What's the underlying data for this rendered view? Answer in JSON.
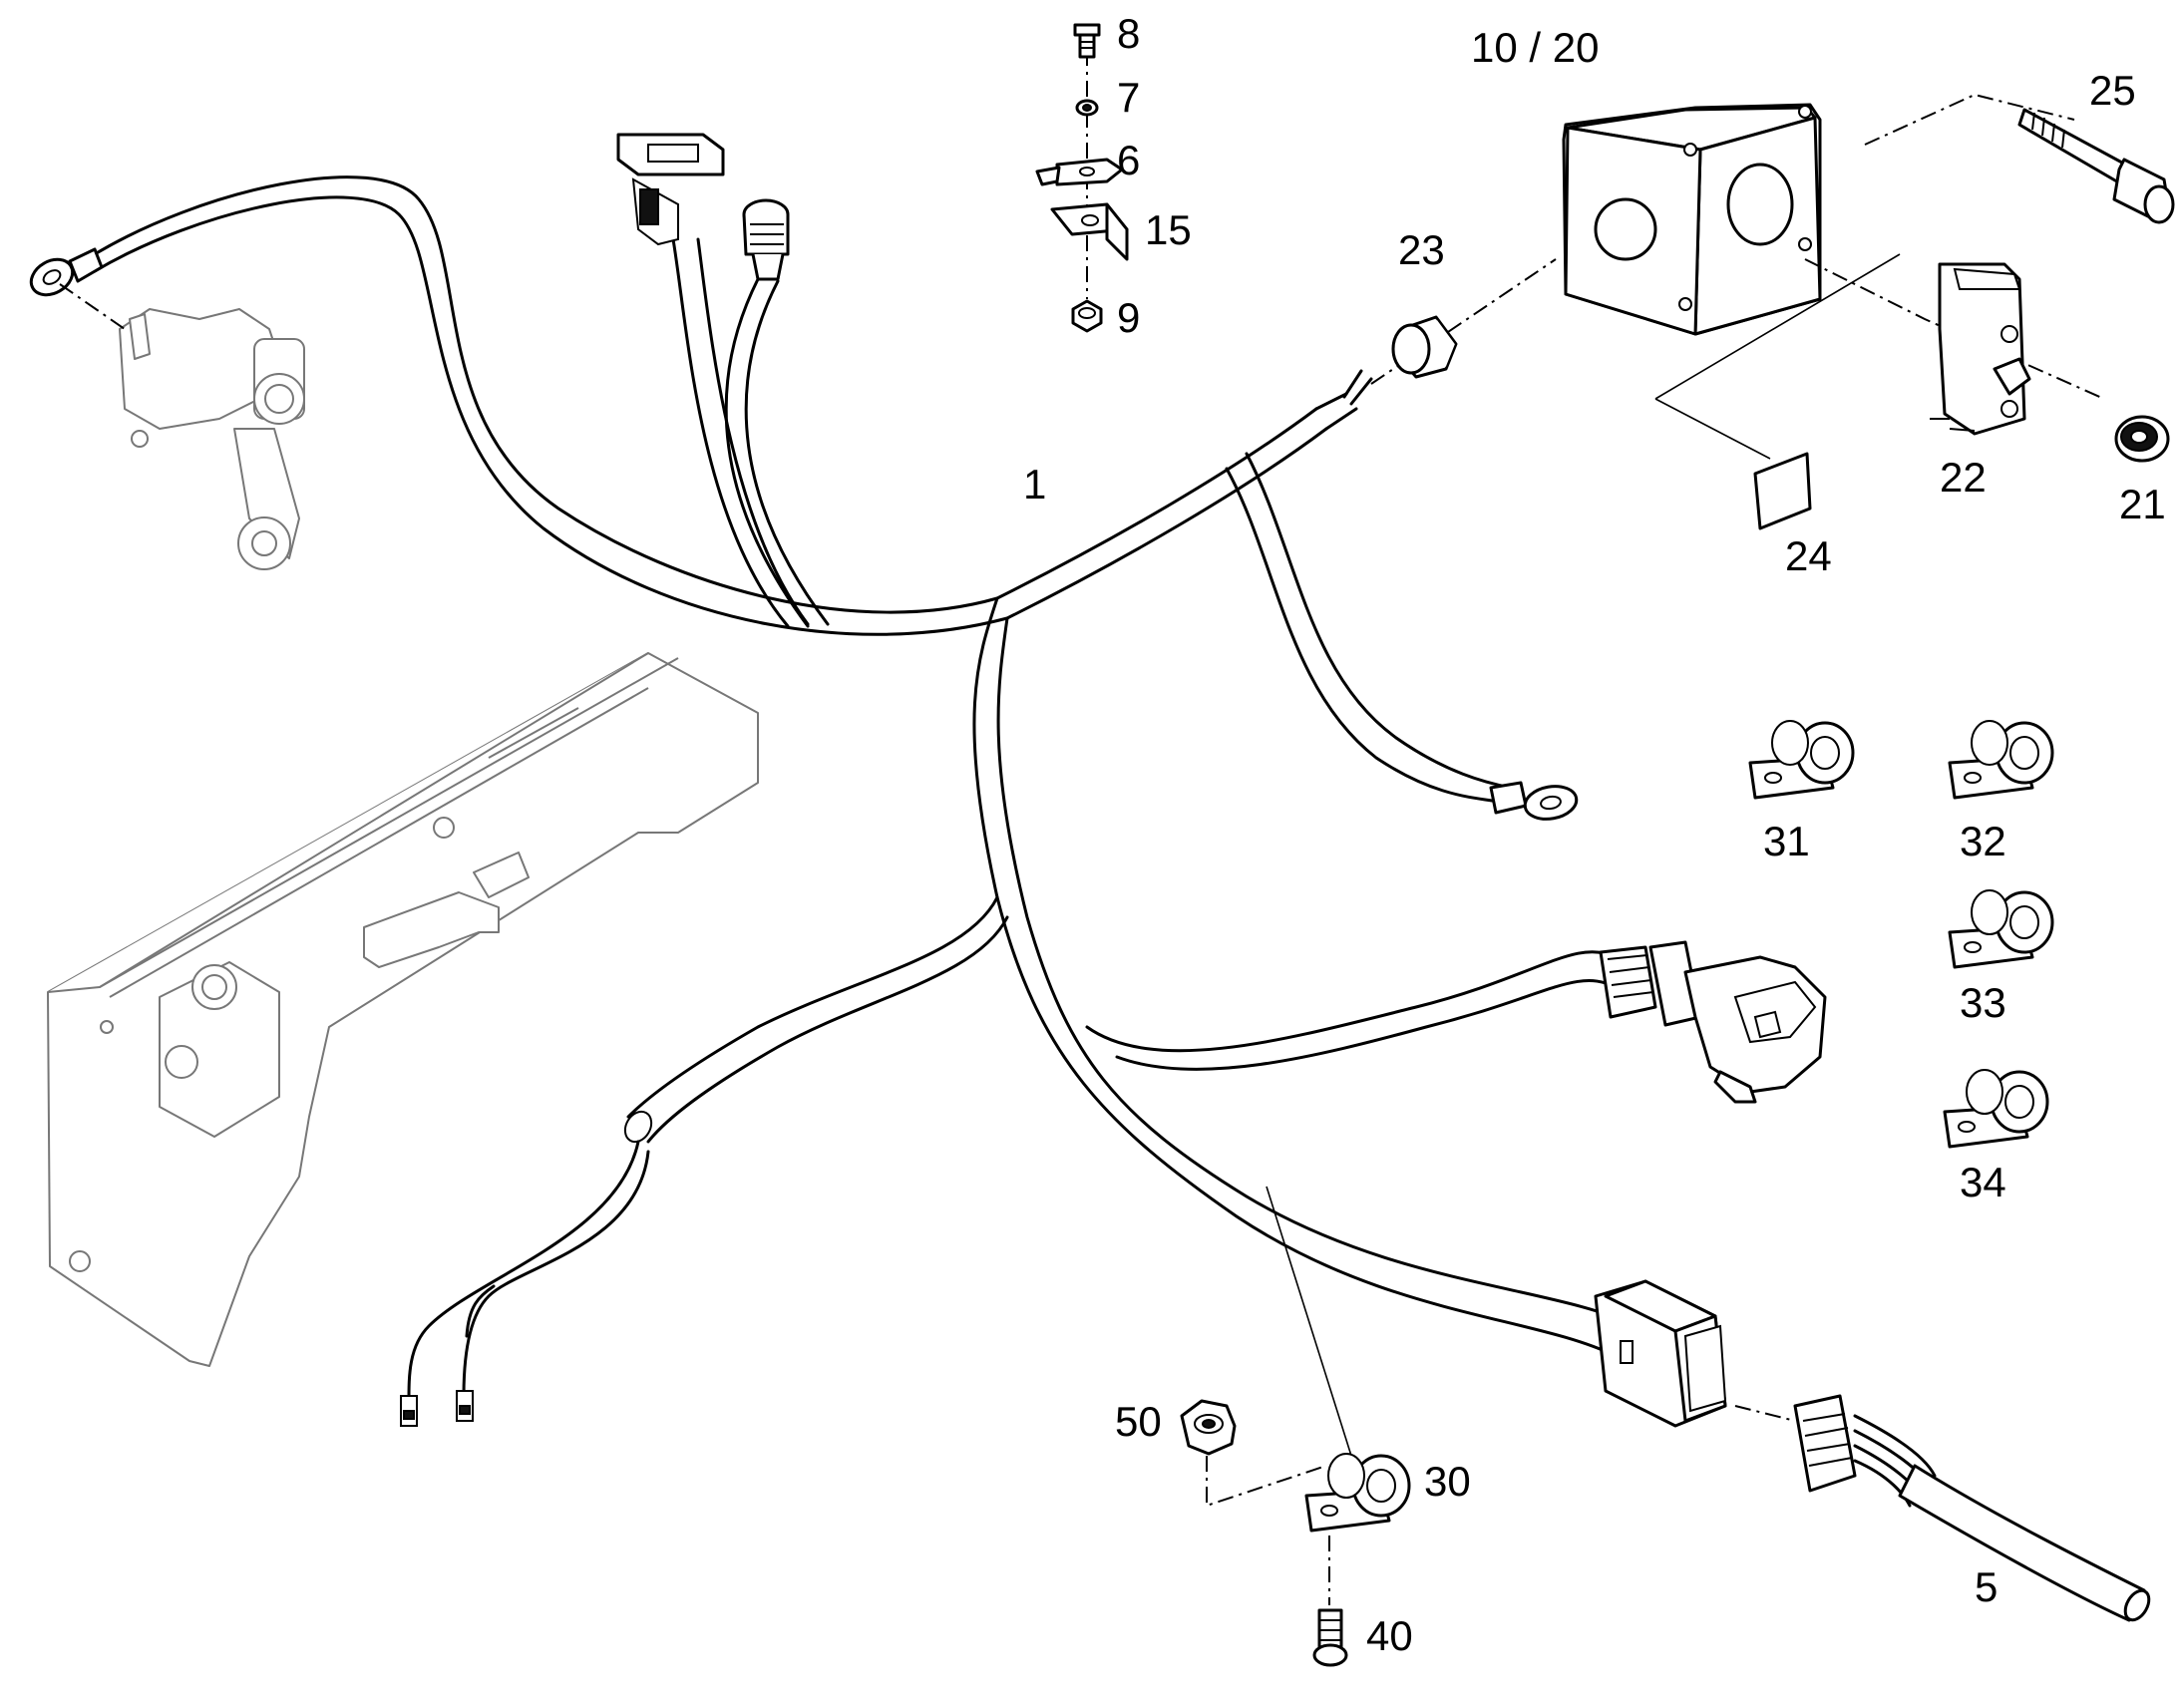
{
  "callouts": {
    "c1": "1",
    "c5": "5",
    "c6": "6",
    "c7": "7",
    "c8": "8",
    "c9": "9",
    "c10_20": "10 / 20",
    "c15": "15",
    "c21": "21",
    "c22": "22",
    "c23": "23",
    "c24": "24",
    "c25": "25",
    "c30": "30",
    "c31": "31",
    "c32": "32",
    "c33": "33",
    "c34": "34",
    "c40": "40",
    "c50": "50"
  },
  "colors": {
    "line": "#000000",
    "ghost": "#777777",
    "background": "#ffffff"
  }
}
